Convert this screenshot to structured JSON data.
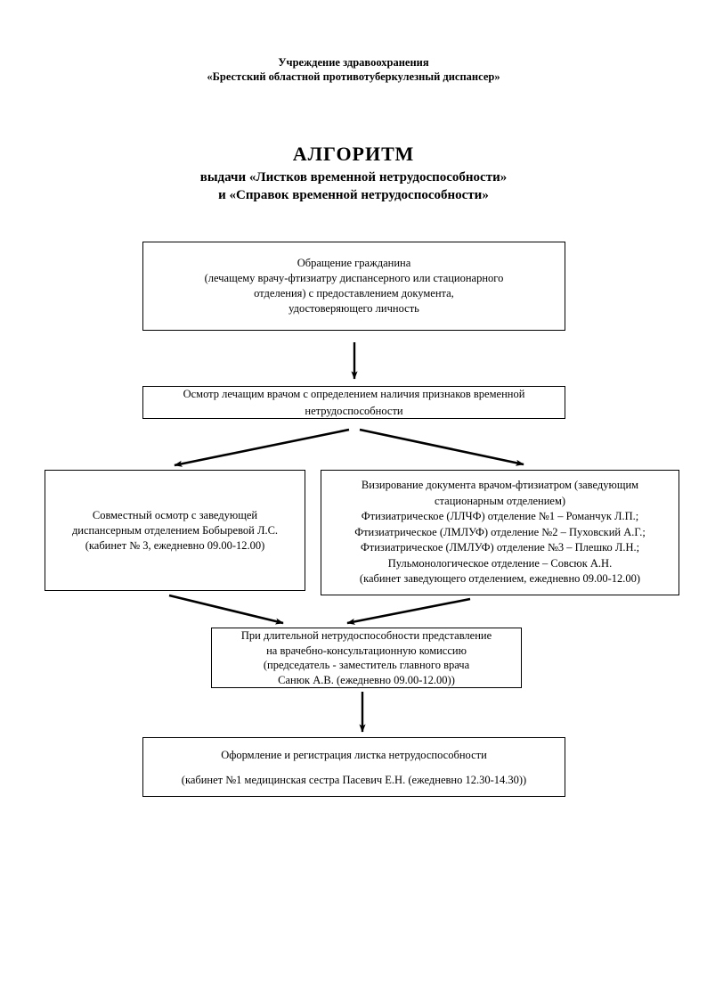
{
  "document": {
    "organization": {
      "line1": "Учреждение здравоохранения",
      "line2": "«Брестский областной противотуберкулезный диспансер»"
    },
    "title": {
      "main": "АЛГОРИТМ",
      "sub_line1": "выдачи «Листков временной нетрудоспособности»",
      "sub_line2": "и «Справок временной нетрудоспособности»"
    }
  },
  "flowchart": {
    "type": "flowchart",
    "orientation": "top-to-bottom",
    "nodes": [
      {
        "id": "request",
        "lines": [
          "Обращение гражданина",
          "(лечащему врачу-фтизиатру диспансерного или стационарного",
          "отделения)  с предоставлением документа,",
          "удостоверяющего личность"
        ]
      },
      {
        "id": "exam",
        "lines": [
          "Осмотр лечащим врачом с определением наличия признаков временной",
          "нетрудоспособности"
        ]
      },
      {
        "id": "joint-exam",
        "lines": [
          "Совместный осмотр с заведующей",
          "диспансерным отделением Бобыревой Л.С.",
          "(кабинет № 3, ежедневно 09.00-12.00)"
        ]
      },
      {
        "id": "visa",
        "lines": [
          "Визирование документа врачом-фтизиатром (заведующим",
          "стационарным отделением)",
          "Фтизиатрическое (ЛЛЧФ) отделение №1 – Романчук Л.П.;",
          "Фтизиатрическое (ЛМЛУФ) отделение №2 – Пуховский А.Г.;",
          "Фтизиатрическое (ЛМЛУФ) отделение №3 – Плешко Л.Н.;",
          "Пульмонологическое отделение  – Совсюк А.Н.",
          "(кабинет заведующего отделением, ежедневно 09.00-12.00)"
        ]
      },
      {
        "id": "vkk",
        "lines": [
          "При длительной нетрудоспособности представление",
          "на врачебно-консультационную комиссию",
          "(председатель - заместитель главного врача",
          "Санюк А.В. (ежедневно 09.00-12.00))"
        ]
      },
      {
        "id": "register",
        "lines": [
          "Оформление и регистрация листка нетрудоспособности",
          "(кабинет №1 медицинская сестра Пасевич Е.Н. (ежедневно 12.30-14.30))"
        ]
      }
    ],
    "edges": [
      {
        "from": "request",
        "to": "exam",
        "style": "vertical-arrow"
      },
      {
        "from": "exam",
        "to": "joint-exam",
        "style": "diagonal-arrow-left"
      },
      {
        "from": "exam",
        "to": "visa",
        "style": "diagonal-arrow-right"
      },
      {
        "from": "joint-exam",
        "to": "vkk",
        "style": "diagonal-arrow-right"
      },
      {
        "from": "visa",
        "to": "vkk",
        "style": "diagonal-arrow-left"
      },
      {
        "from": "vkk",
        "to": "register",
        "style": "vertical-arrow"
      }
    ]
  },
  "colors": {
    "background": "#ffffff",
    "text": "#000000",
    "border": "#000000"
  }
}
